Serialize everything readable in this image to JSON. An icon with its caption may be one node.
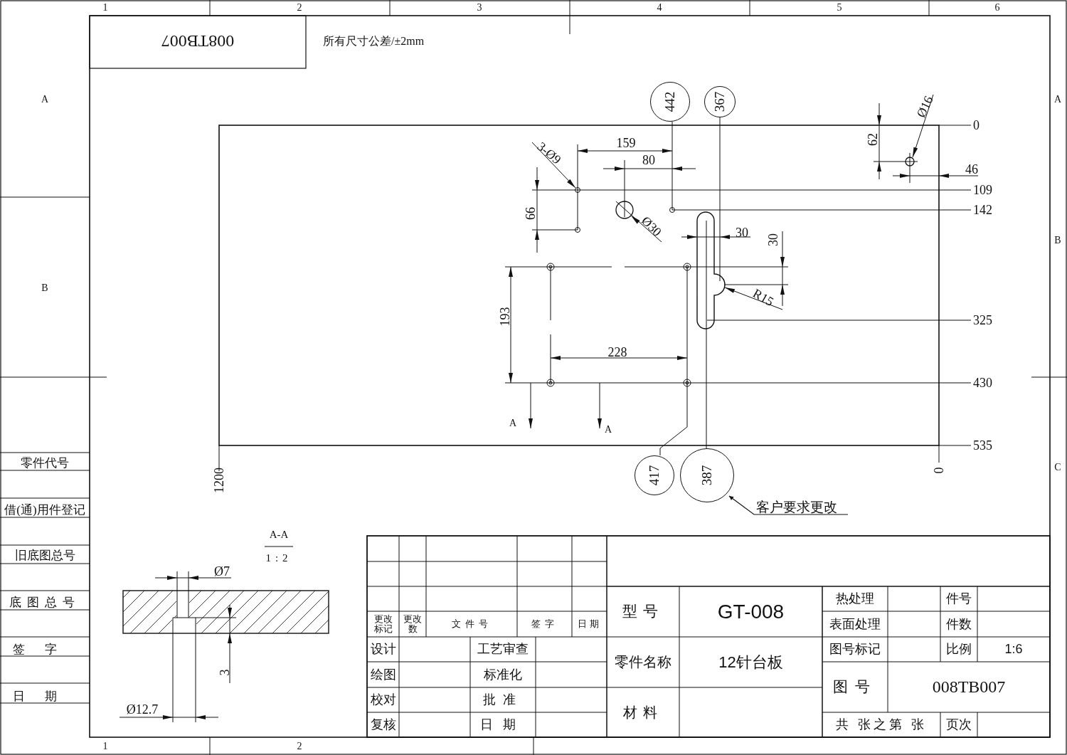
{
  "diagram": {
    "nodes": [
      {
        "text": [
          "442"
        ]
      },
      {
        "text": [
          "367"
        ]
      },
      {
        "text": [
          "417"
        ]
      },
      {
        "text": [
          "387"
        ]
      },
      {
        "text": [
          "客户要求更改"
        ]
      }
    ],
    "edges": [
      {
        "from": 4,
        "to": 3,
        "arrow": "to"
      }
    ],
    "labels": [
      "1",
      "2",
      "3",
      "4",
      "5",
      "6",
      "008TB007",
      "所有尺寸公差/±2mm",
      "A",
      "A",
      "Ø16",
      "0",
      "159",
      "62",
      "3-Ø9",
      "80",
      "46",
      "109",
      "142",
      "66",
      "Ø30",
      "30",
      "30",
      "B",
      "B",
      "R15",
      "193",
      "325",
      "228",
      "430",
      "A",
      "A",
      "535",
      "零件代号",
      "C",
      "0",
      "1200",
      "借(通)用件登记",
      "A-A",
      "1:2",
      "旧底图总号",
      "Ø7",
      "底图总号",
      "签字",
      "3",
      "日期",
      "Ø12.7",
      "1",
      "2",
      "型号",
      "GT-008",
      "热处理",
      "件号",
      "更改标记",
      "更改数",
      "文件号",
      "签字",
      "日期",
      "表面处理",
      "件数",
      "设计",
      "工艺审查",
      "零件名称",
      "12针台板",
      "图号标记",
      "比例",
      "1:6",
      "绘图",
      "标准化",
      "图号",
      "008TB007",
      "校对",
      "批准",
      "材料",
      "复核",
      "日期",
      "共 张之第 张",
      "页次"
    ]
  }
}
